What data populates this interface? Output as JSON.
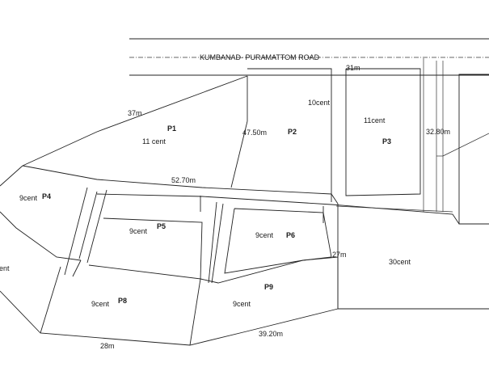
{
  "road": {
    "label": "KUMBANAD- PURAMATTOM ROAD"
  },
  "dimensions": {
    "d37": "37m",
    "d31": "31m",
    "d10cent": "10cent",
    "d4750": "47.50m",
    "d3280": "32.80m",
    "d5270": "52.70m",
    "d27": "27m",
    "d28": "28m",
    "d3920": "39.20m"
  },
  "plots": [
    {
      "id": "P1",
      "area": "11 cent"
    },
    {
      "id": "P2",
      "area": ""
    },
    {
      "id": "P3",
      "area": "11cent"
    },
    {
      "id": "P4",
      "area": "9cent"
    },
    {
      "id": "P5",
      "area": "9cent"
    },
    {
      "id": "P6",
      "area": "9cent"
    },
    {
      "id": "P8",
      "area": "9cent"
    },
    {
      "id": "P9",
      "area": "9cent"
    }
  ],
  "extra_areas": {
    "large_plot": "30cent",
    "left_edge_partial": "ent"
  }
}
